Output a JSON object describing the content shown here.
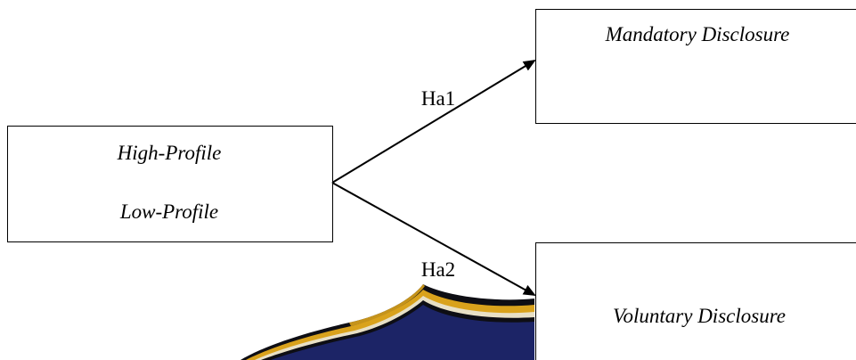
{
  "diagram": {
    "source_box": {
      "line1": "High-Profile",
      "line2": "Low-Profile"
    },
    "target_top": {
      "label": "Mandatory Disclosure"
    },
    "target_bottom": {
      "label": "Voluntary Disclosure"
    },
    "edges": {
      "top_label": "Ha1",
      "bottom_label": "Ha2"
    }
  },
  "colors": {
    "box_border": "#000000",
    "arrow": "#000000",
    "emblem_navy": "#1c2466",
    "emblem_gold": "#d9a21c",
    "emblem_cream": "#e8e0c6",
    "emblem_dark": "#0e0e14"
  },
  "watermark": {
    "type": "university-emblem-dome"
  }
}
